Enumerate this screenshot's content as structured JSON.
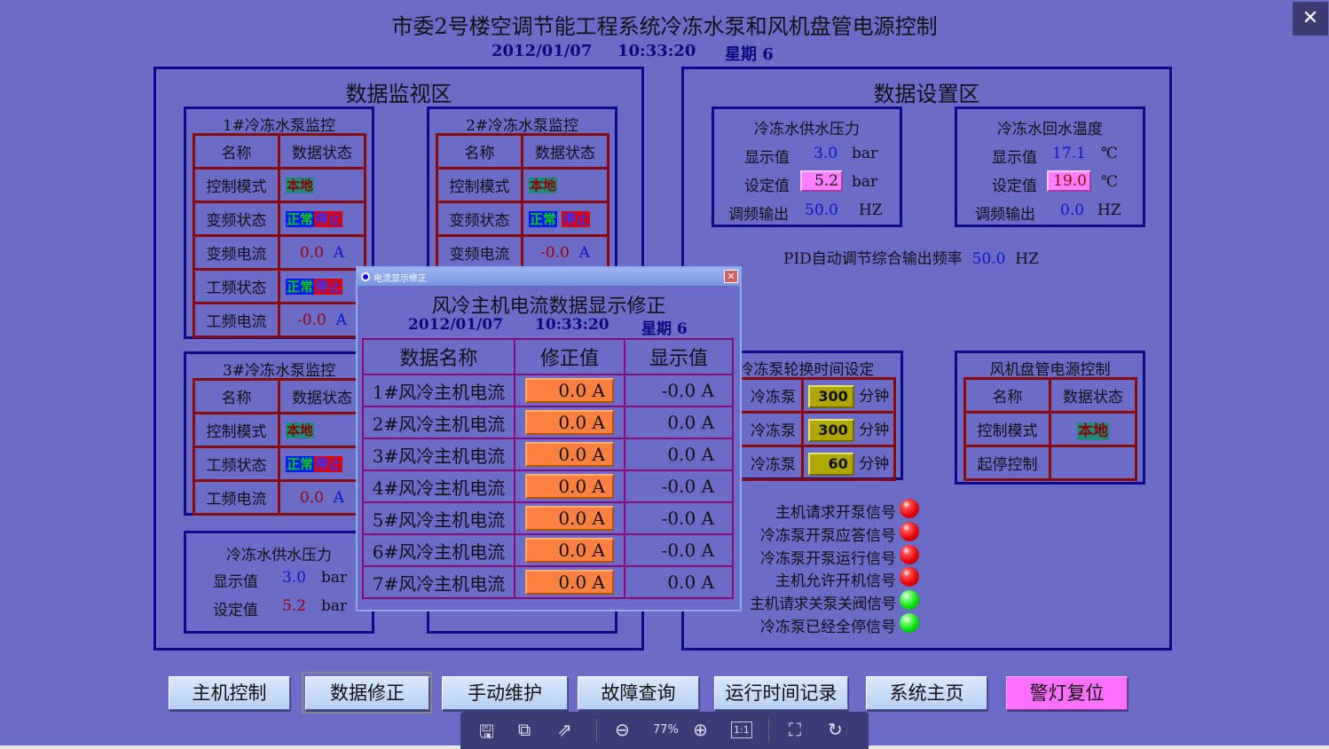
{
  "header": {
    "title": "市委2号楼空调节能工程系统冷冻水泵和风机盘管电源控制",
    "date": "2012/01/07",
    "time": "10:33:20",
    "weekday": "星期 6"
  },
  "monitor": {
    "title": "数据监视区",
    "col_name": "名称",
    "col_status": "数据状态",
    "mode_label": "控制模式",
    "mode_value": "本地",
    "ok": "正常",
    "stop": "停止",
    "pump1": {
      "title": "1#冷冻水泵监控",
      "rows": [
        "控制模式",
        "变频状态",
        "变频电流",
        "工频状态",
        "工频电流"
      ],
      "vf_current": "0.0",
      "pf_current": "-0.0"
    },
    "pump2": {
      "title": "2#冷冻水泵监控",
      "rows": [
        "控制模式",
        "变频状态",
        "变频电流"
      ],
      "vf_current": "-0.0"
    },
    "pump3": {
      "title": "3#冷冻水泵监控",
      "rows": [
        "控制模式",
        "工频状态",
        "工频电流"
      ],
      "pf_current": "0.0"
    },
    "unit_a": "A",
    "pressure": {
      "title": "冷冻水供水压力",
      "display_label": "显示值",
      "display_value": "3.0",
      "set_label": "设定值",
      "set_value": "5.2",
      "unit": "bar"
    }
  },
  "settings": {
    "title": "数据设置区",
    "pressure": {
      "title": "冷冻水供水压力",
      "display_label": "显示值",
      "display_value": "3.0",
      "set_label": "设定值",
      "set_value": "5.2",
      "unit": "bar",
      "freq_label": "调频输出",
      "freq_value": "50.0",
      "freq_unit": "HZ"
    },
    "temp": {
      "title": "冷冻水回水温度",
      "display_label": "显示值",
      "display_value": "17.1",
      "set_label": "设定值",
      "set_value": "19.0",
      "unit": "℃",
      "freq_label": "调频输出",
      "freq_value": "0.0",
      "freq_unit": "HZ"
    },
    "pid": {
      "label": "PID自动调节综合输出频率",
      "value": "50.0",
      "unit": "HZ"
    },
    "rotation": {
      "title": "冷冻泵轮换时间设定",
      "rows": [
        {
          "label": "冷冻泵",
          "value": "300"
        },
        {
          "label": "冷冻泵",
          "value": "300"
        },
        {
          "label": "冷冻泵",
          "value": "60"
        }
      ],
      "unit": "分钟"
    },
    "fan": {
      "title": "风机盘管电源控制",
      "col_name": "名称",
      "col_status": "数据状态",
      "mode_label": "控制模式",
      "mode_value": "本地",
      "start_stop_label": "起停控制"
    },
    "signals": [
      {
        "label": "主机请求开泵信号",
        "state": "red"
      },
      {
        "label": "冷冻泵开泵应答信号",
        "state": "red"
      },
      {
        "label": "冷冻泵开泵运行信号",
        "state": "red"
      },
      {
        "label": "主机允许开机信号",
        "state": "red"
      },
      {
        "label": "主机请求关泵关阀信号",
        "state": "green"
      },
      {
        "label": "冷冻泵已经全停信号",
        "state": "green"
      }
    ]
  },
  "dialog": {
    "window_title": "电流显示修正",
    "title": "风冷主机电流数据显示修正",
    "date": "2012/01/07",
    "time": "10:33:20",
    "weekday": "星期 6",
    "headers": [
      "数据名称",
      "修正值",
      "显示值"
    ],
    "rows": [
      {
        "name": "1#风冷主机电流",
        "corr": "0.0 A",
        "disp": "-0.0 A"
      },
      {
        "name": "2#风冷主机电流",
        "corr": "0.0 A",
        "disp": "0.0 A"
      },
      {
        "name": "3#风冷主机电流",
        "corr": "0.0 A",
        "disp": "0.0 A"
      },
      {
        "name": "4#风冷主机电流",
        "corr": "0.0 A",
        "disp": "-0.0 A"
      },
      {
        "name": "5#风冷主机电流",
        "corr": "0.0 A",
        "disp": "-0.0 A"
      },
      {
        "name": "6#风冷主机电流",
        "corr": "0.0 A",
        "disp": "-0.0 A"
      },
      {
        "name": "7#风冷主机电流",
        "corr": "0.0 A",
        "disp": "0.0 A"
      }
    ]
  },
  "nav": [
    "主机控制",
    "数据修正",
    "手动维护",
    "故障查询",
    "运行时间记录",
    "系统主页",
    "警灯复位"
  ],
  "viewer": {
    "zoom": "77%",
    "one_to_one": "1:1"
  }
}
